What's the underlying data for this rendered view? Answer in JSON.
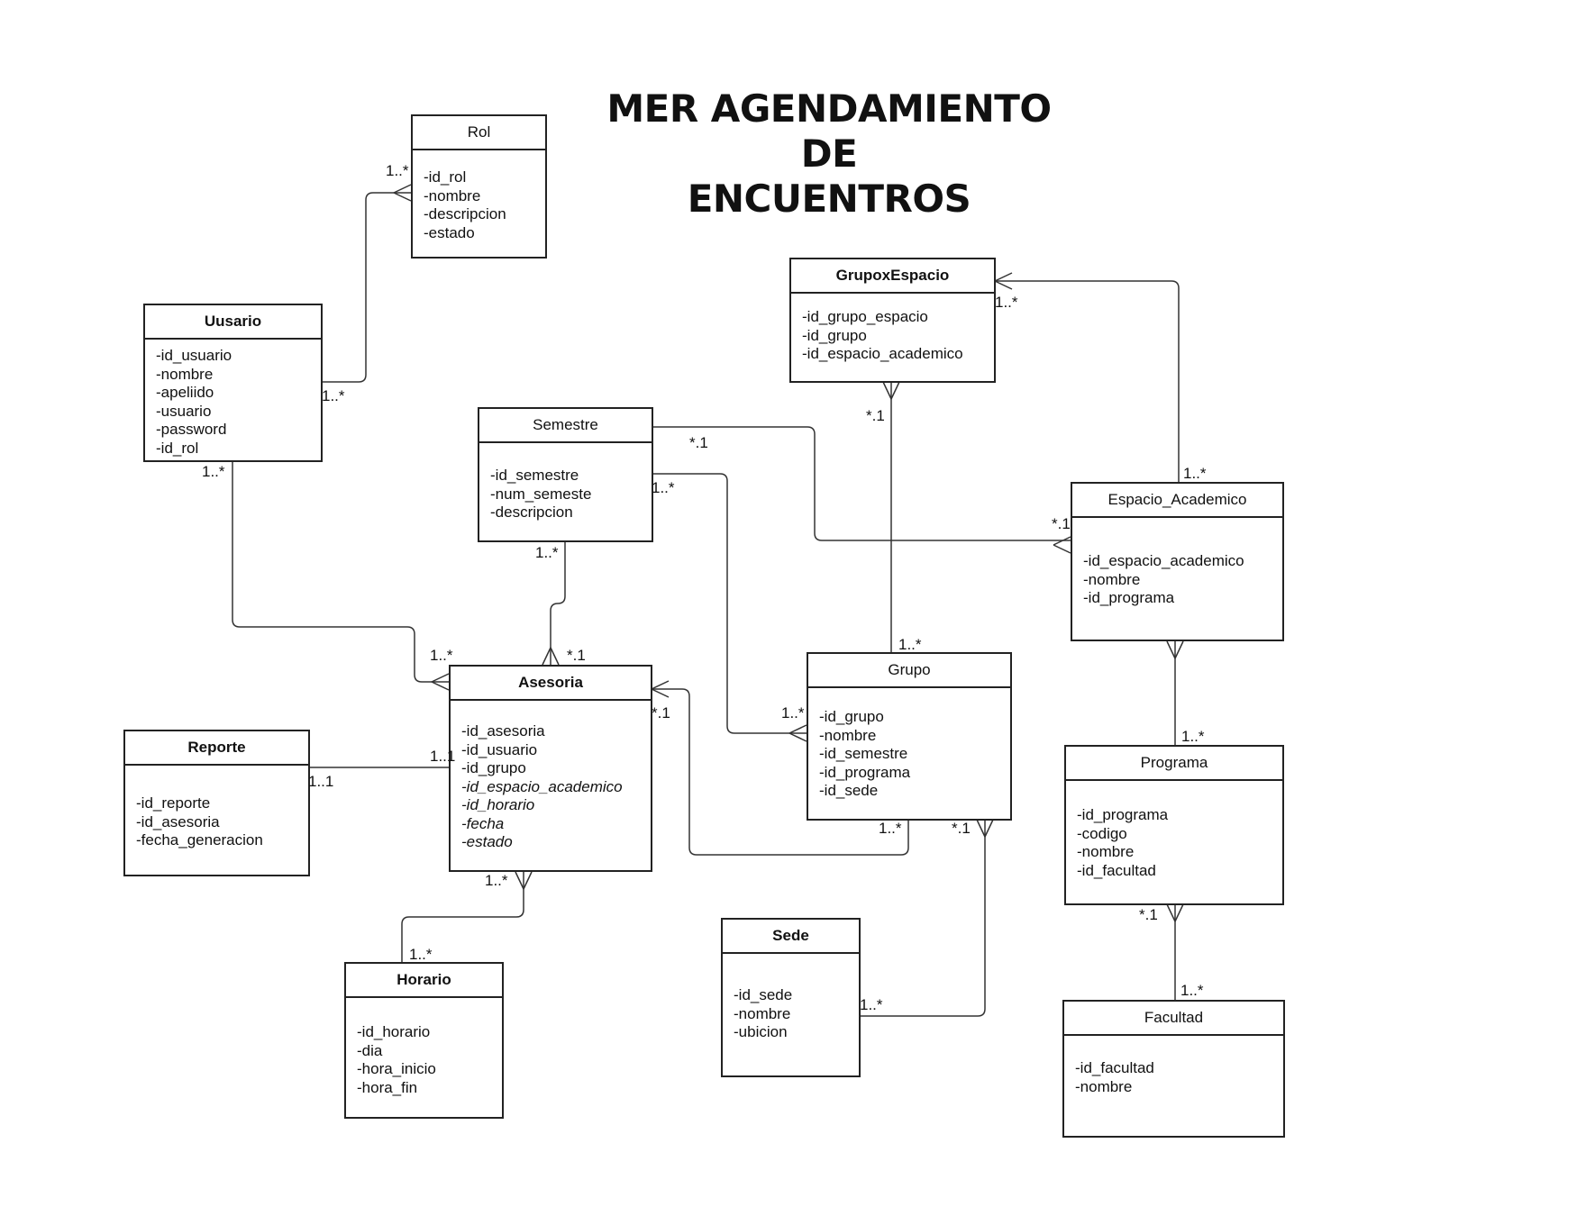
{
  "title": [
    "MER AGENDAMIENTO DE",
    "ENCUENTROS"
  ],
  "entities": {
    "rol": {
      "name": "Rol",
      "attributes": [
        "-id_rol",
        "-nombre",
        "-descripcion",
        "-estado"
      ]
    },
    "usuario": {
      "name": "Uusario",
      "attributes": [
        "-id_usuario",
        "-nombre",
        "-apeliido",
        "-usuario",
        "-password",
        "-id_rol"
      ]
    },
    "grupoxespacio": {
      "name": "GrupoxEspacio",
      "attributes": [
        "-id_grupo_espacio",
        "-id_grupo",
        "-id_espacio_academico"
      ]
    },
    "semestre": {
      "name": "Semestre",
      "attributes": [
        "-id_semestre",
        "-num_semeste",
        "-descripcion"
      ]
    },
    "espacio": {
      "name": "Espacio_Academico",
      "attributes": [
        "-id_espacio_academico",
        "-nombre",
        "-id_programa"
      ]
    },
    "asesoria": {
      "name": "Asesoria",
      "attributes": [
        "-id_asesoria",
        "-id_usuario",
        "-id_grupo",
        "-id_espacio_academico",
        "-id_horario",
        "-fecha",
        "-estado"
      ]
    },
    "grupo": {
      "name": "Grupo",
      "attributes": [
        "-id_grupo",
        "-nombre",
        "-id_semestre",
        "-id_programa",
        "-id_sede"
      ]
    },
    "reporte": {
      "name": "Reporte",
      "attributes": [
        "-id_reporte",
        "-id_asesoria",
        "-fecha_generacion"
      ]
    },
    "programa": {
      "name": "Programa",
      "attributes": [
        "-id_programa",
        "-codigo",
        "-nombre",
        "-id_facultad"
      ]
    },
    "horario": {
      "name": "Horario",
      "attributes": [
        "-id_horario",
        "-dia",
        "-hora_inicio",
        "-hora_fin"
      ]
    },
    "sede": {
      "name": "Sede",
      "attributes": [
        "-id_sede",
        "-nombre",
        "-ubicion"
      ]
    },
    "facultad": {
      "name": "Facultad",
      "attributes": [
        "-id_facultad",
        "-nombre"
      ]
    }
  },
  "cardinalities": [
    "1..*",
    "1..*",
    "1..*",
    "1..*",
    "*.1",
    "1..*",
    "1..*",
    "*.1",
    "1..*",
    "*.1",
    "1..*",
    "*.1",
    "1..1",
    "1..1",
    "1..*",
    "*.1",
    "1..*",
    "1..*",
    "1..*",
    "1..*",
    "*.1",
    "1..*",
    "*.1",
    "1..*"
  ],
  "colors": {
    "line": "#222222",
    "background": "#ffffff"
  }
}
